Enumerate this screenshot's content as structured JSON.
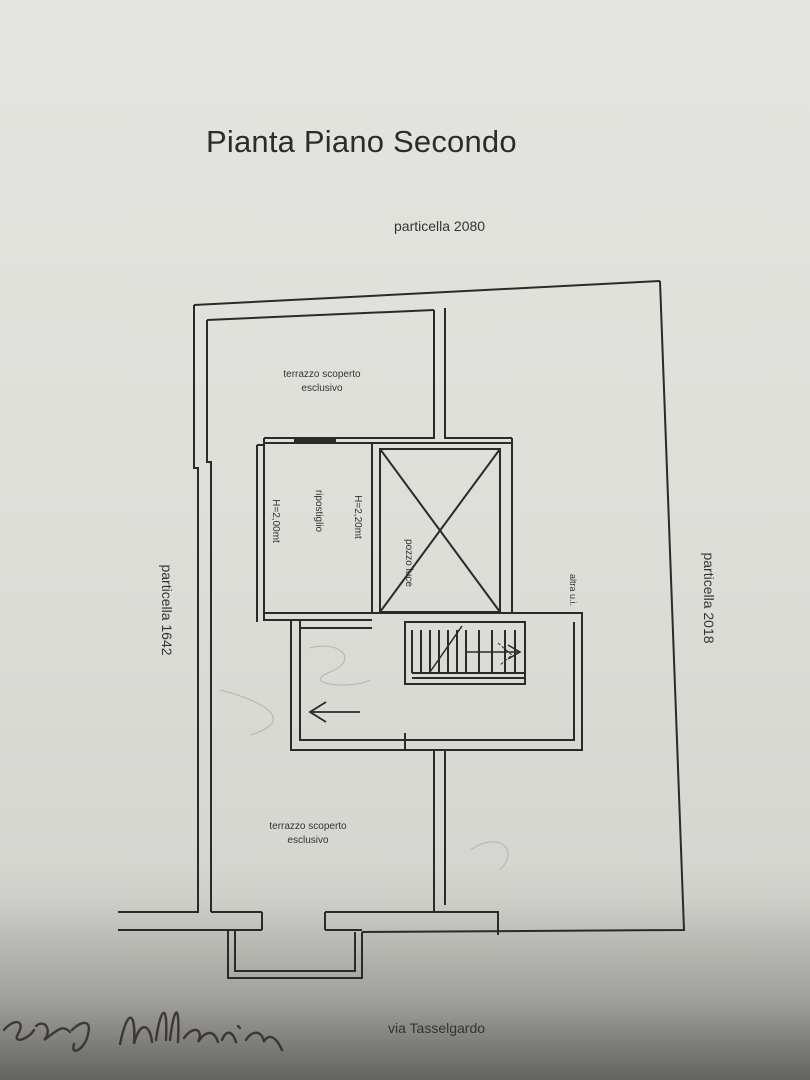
{
  "title": "Pianta Piano Secondo",
  "neighbors": {
    "top": "particella 2080",
    "left": "particella 1642",
    "right": "particella 2018",
    "bottom": "via Tasselgardo"
  },
  "rooms": {
    "terrace_top": [
      "terrazzo scoperto",
      "esclusivo"
    ],
    "terrace_bottom": [
      "terrazzo scoperto",
      "esclusivo"
    ],
    "storage": "ripostiglio",
    "storage_h1": "H=2,20mt",
    "storage_h2": "H=2,00mt",
    "lightwell": "pozzo luce",
    "other_unit": "altra u.i."
  },
  "colors": {
    "ink": "#2a2a2a",
    "paper": "#e2e2de"
  }
}
